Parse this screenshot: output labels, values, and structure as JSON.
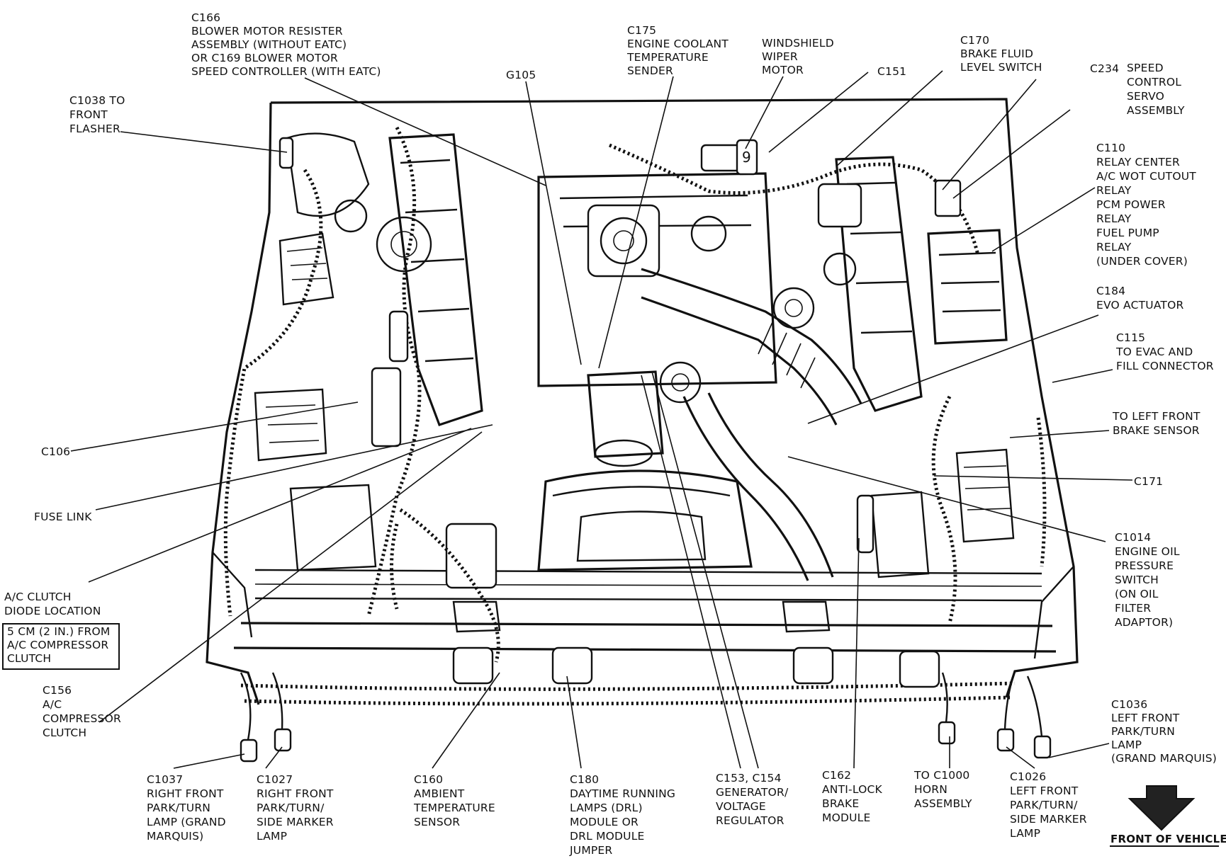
{
  "labels": {
    "c166": [
      "C166",
      "BLOWER MOTOR RESISTER",
      "ASSEMBLY (WITHOUT EATC)",
      "OR C169 BLOWER MOTOR",
      "SPEED CONTROLLER (WITH EATC)"
    ],
    "c175": [
      "C175",
      "ENGINE COOLANT",
      "TEMPERATURE",
      "SENDER"
    ],
    "wiper": [
      "WINDSHIELD",
      "WIPER",
      "MOTOR"
    ],
    "c170": [
      "C170",
      "BRAKE FLUID",
      "LEVEL SWITCH"
    ],
    "c234": [
      "C234"
    ],
    "speed": [
      "SPEED",
      "CONTROL",
      "SERVO",
      "ASSEMBLY"
    ],
    "g105": [
      "G105"
    ],
    "c151": [
      "C151"
    ],
    "c1038": [
      "C1038 TO",
      "FRONT",
      "FLASHER"
    ],
    "c110": [
      "C110",
      "RELAY CENTER",
      "A/C WOT CUTOUT",
      "RELAY",
      "PCM POWER",
      "RELAY",
      "FUEL PUMP",
      "RELAY",
      "(UNDER COVER)"
    ],
    "c184": [
      "C184",
      "EVO ACTUATOR"
    ],
    "c115": [
      "C115",
      "TO EVAC AND",
      "FILL CONNECTOR"
    ],
    "lfbs": [
      "TO LEFT FRONT",
      "BRAKE SENSOR"
    ],
    "c171": [
      "C171"
    ],
    "c106": [
      "C106"
    ],
    "fuse": [
      "FUSE LINK"
    ],
    "acdiode": [
      "A/C CLUTCH",
      "DIODE LOCATION"
    ],
    "acbox": [
      "5 CM (2 IN.) FROM",
      "A/C COMPRESSOR",
      "CLUTCH"
    ],
    "c1014": [
      "C1014",
      "ENGINE OIL",
      "PRESSURE",
      "SWITCH",
      "(ON OIL",
      "FILTER",
      "ADAPTOR)"
    ],
    "c156": [
      "C156",
      "A/C",
      "COMPRESSOR",
      "CLUTCH"
    ],
    "c1036": [
      "C1036",
      "LEFT FRONT",
      "PARK/TURN",
      "LAMP",
      "(GRAND MARQUIS)"
    ],
    "c1037": [
      "C1037",
      "RIGHT FRONT",
      "PARK/TURN",
      "LAMP (GRAND",
      "MARQUIS)"
    ],
    "c1027": [
      "C1027",
      "RIGHT FRONT",
      "PARK/TURN/",
      "SIDE MARKER",
      "LAMP"
    ],
    "c160": [
      "C160",
      "AMBIENT",
      "TEMPERATURE",
      "SENSOR"
    ],
    "c180": [
      "C180",
      "DAYTIME RUNNING",
      "LAMPS (DRL)",
      "MODULE OR",
      "DRL MODULE",
      "JUMPER"
    ],
    "c153": [
      "C153, C154",
      "GENERATOR/",
      "VOLTAGE",
      "REGULATOR"
    ],
    "c162": [
      "C162",
      "ANTI-LOCK",
      "BRAKE",
      "MODULE"
    ],
    "horn": [
      "TO C1000",
      "HORN",
      "ASSEMBLY"
    ],
    "c1026": [
      "C1026",
      "LEFT FRONT",
      "PARK/TURN/",
      "SIDE MARKER",
      "LAMP"
    ],
    "front": [
      "FRONT OF VEHICLE"
    ],
    "wiper_mark": "9"
  }
}
